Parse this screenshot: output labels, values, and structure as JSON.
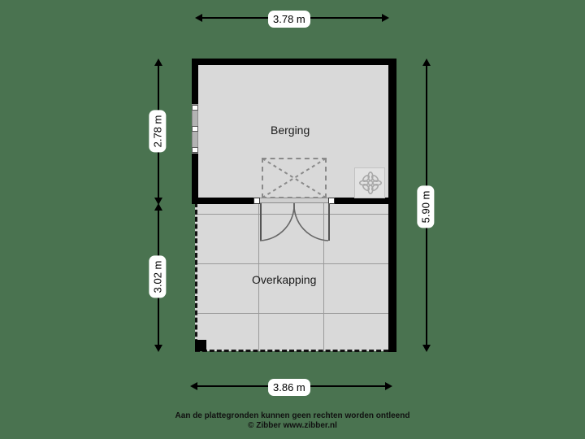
{
  "plan": {
    "background_color": "#4a7350",
    "wall_color": "#000000",
    "floor_color": "#d9d9d9",
    "rooms": [
      {
        "id": "berging",
        "label": "Berging"
      },
      {
        "id": "overkapping",
        "label": "Overkapping"
      }
    ],
    "dimensions": {
      "top": "3.78 m",
      "left_upper": "2.78 m",
      "left_lower": "3.02 m",
      "right": "5.90 m",
      "bottom": "3.86 m"
    },
    "fixtures": {
      "window_name": "window",
      "door_name": "double-door",
      "hatch_name": "ceiling-hatch",
      "appliance_icon": "fan-icon",
      "post_name": "corner-post"
    }
  },
  "footer": {
    "disclaimer": "Aan de plattegronden kunnen geen rechten worden ontleend",
    "credit": "© Zibber www.zibber.nl"
  }
}
